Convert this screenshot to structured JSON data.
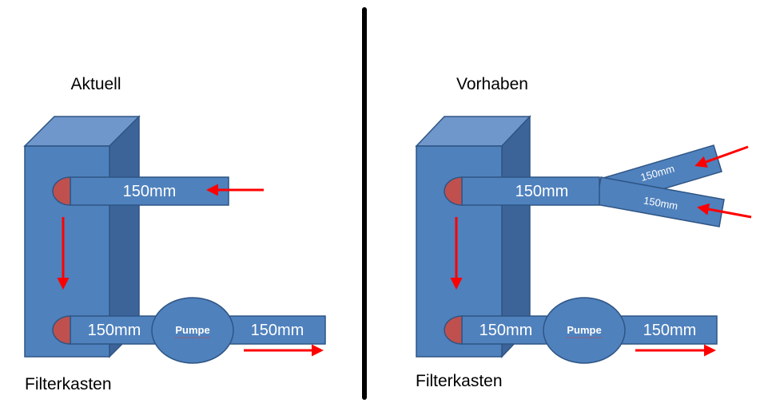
{
  "colors": {
    "front": "#4f81bd",
    "top": "#6f97cb",
    "side": "#3c6499",
    "stroke": "#2f5584",
    "cap": "#c0504d",
    "arrow": "#ff0000",
    "divider": "#000000"
  },
  "left": {
    "title": "Aktuell",
    "box_label": "Filterkasten",
    "inlet_pipe": "150mm",
    "pump_in_pipe": "150mm",
    "pump": "Pumpe",
    "outlet_pipe": "150mm"
  },
  "right": {
    "title": "Vorhaben",
    "box_label": "Filterkasten",
    "inlet_pipe": "150mm",
    "branch_upper": "150mm",
    "branch_lower": "150mm",
    "pump_in_pipe": "150mm",
    "pump": "Pumpe",
    "outlet_pipe": "150mm"
  }
}
